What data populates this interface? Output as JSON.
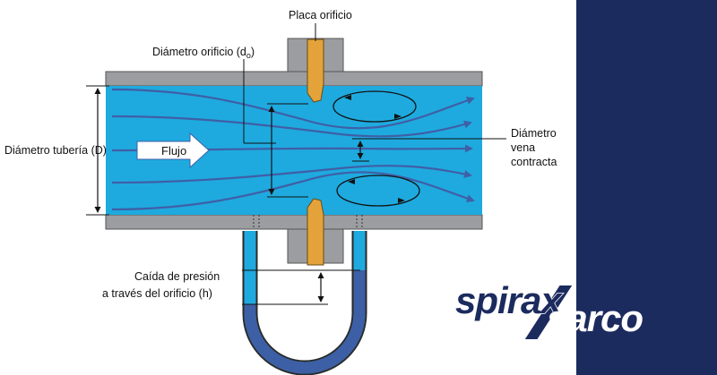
{
  "labels": {
    "placa_orificio": "Placa orificio",
    "diametro_orificio": "Diámetro orificio (d",
    "diametro_orificio_sub": "o",
    "diametro_orificio_close": ")",
    "diametro_tuberia": "Diámetro tubería (D)",
    "flujo": "Flujo",
    "vena_line1": "Diámetro",
    "vena_line2": "vena",
    "vena_line3": "contracta",
    "caida_line1": "Caída de presión",
    "caida_line2": "a través del orificio (h)"
  },
  "logo": {
    "brand_top": "spirax",
    "brand_bottom": "sarco"
  },
  "colors": {
    "pipe_water": "#1eaadf",
    "pipe_wall": "#9b9da1",
    "plate": "#e3a33a",
    "streamline": "#3f5fa6",
    "manometer_fluid": "#3d5fa5",
    "brand_panel": "#1c2b5e"
  }
}
